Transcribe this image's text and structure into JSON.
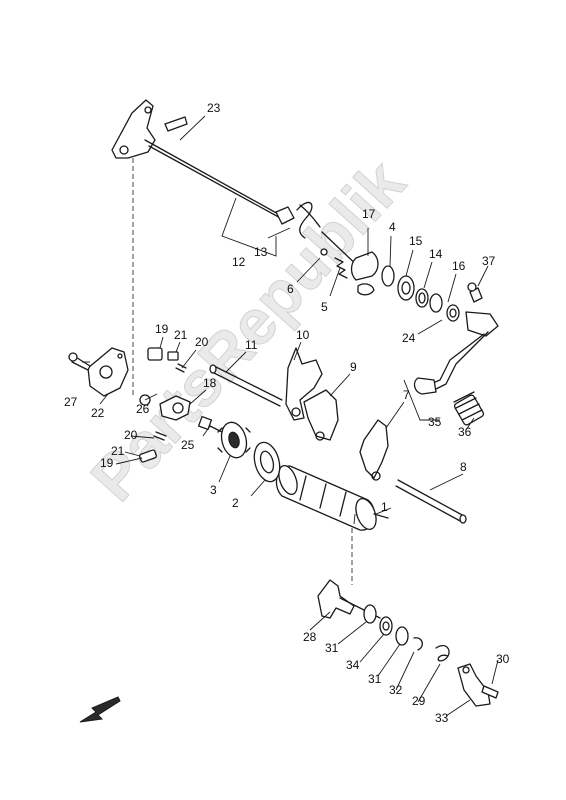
{
  "diagram": {
    "watermark": "PartsRepublik",
    "callouts": [
      "1",
      "2",
      "3",
      "4",
      "5",
      "6",
      "7",
      "8",
      "9",
      "10",
      "11",
      "12",
      "13",
      "14",
      "15",
      "16",
      "17",
      "18",
      "19",
      "20",
      "21",
      "22",
      "23",
      "24",
      "25",
      "26",
      "27",
      "28",
      "29",
      "30",
      "31",
      "32",
      "33",
      "34",
      "35",
      "36",
      "37"
    ],
    "direction_arrow": "front-direction-arrow"
  }
}
